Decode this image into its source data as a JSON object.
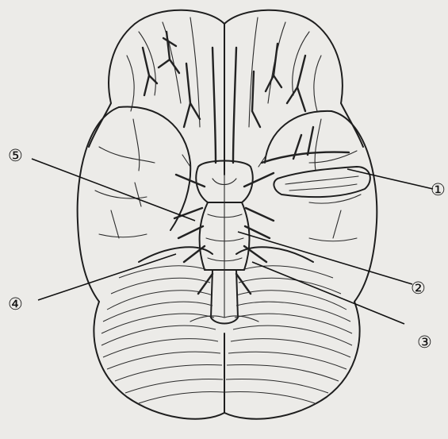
{
  "figure": {
    "labels": [
      {
        "id": "1",
        "text": "①"
      },
      {
        "id": "2",
        "text": "②"
      },
      {
        "id": "3",
        "text": "③"
      },
      {
        "id": "4",
        "text": "④"
      },
      {
        "id": "5",
        "text": "⑤"
      }
    ]
  }
}
